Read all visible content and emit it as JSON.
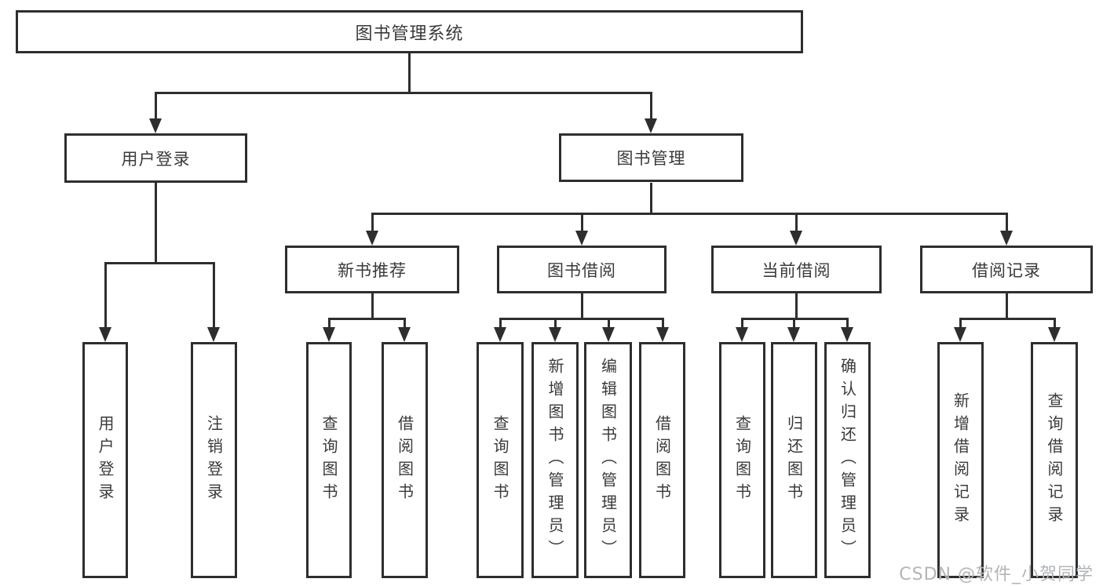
{
  "root": {
    "label": "图书管理系统"
  },
  "user_branch": {
    "label": "用户登录",
    "children": [
      {
        "label": "用户登录"
      },
      {
        "label": "注销登录"
      }
    ]
  },
  "book_branch": {
    "label": "图书管理",
    "sections": [
      {
        "label": "新书推荐",
        "children": [
          {
            "label": "查询图书"
          },
          {
            "label": "借阅图书"
          }
        ]
      },
      {
        "label": "图书借阅",
        "children": [
          {
            "label": "查询图书"
          },
          {
            "label": "新增图书（管理员）"
          },
          {
            "label": "编辑图书（管理员）"
          },
          {
            "label": "借阅图书"
          }
        ]
      },
      {
        "label": "当前借阅",
        "children": [
          {
            "label": "查询图书"
          },
          {
            "label": "归还图书"
          },
          {
            "label": "确认归还（管理员）"
          }
        ]
      },
      {
        "label": "借阅记录",
        "children": [
          {
            "label": "新增借阅记录"
          },
          {
            "label": "查询借阅记录"
          }
        ]
      }
    ]
  },
  "watermark": {
    "text": "CSDN @软件_小贺同学"
  },
  "colors": {
    "line": "#2e2e2e",
    "text": "#3a3a3a",
    "background": "#ffffff",
    "watermark": "#b2b5b8"
  }
}
